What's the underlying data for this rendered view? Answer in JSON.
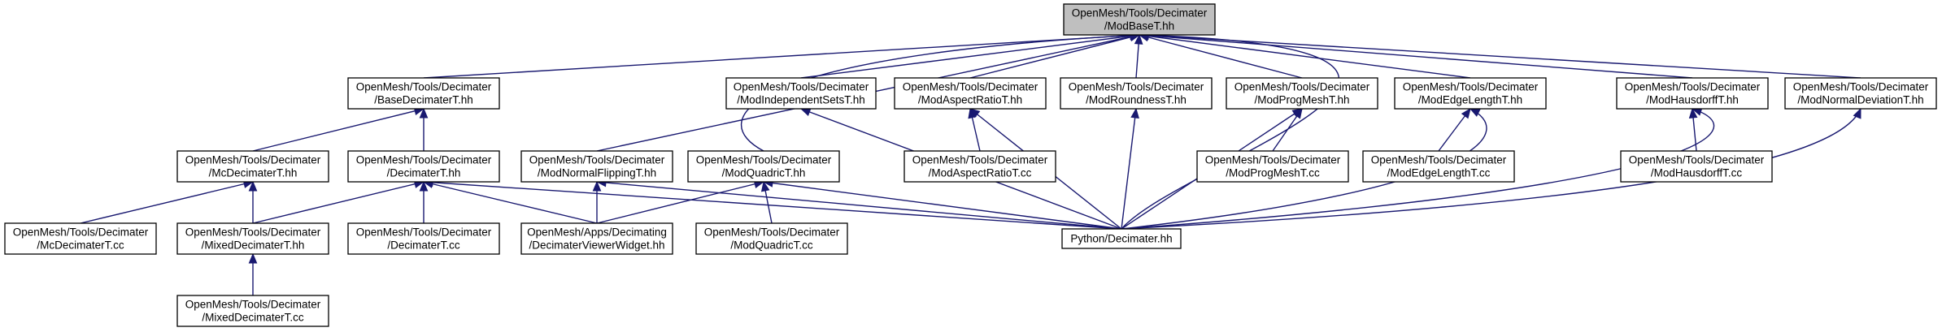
{
  "diagram": {
    "nodes": [
      {
        "id": "modbase",
        "lines": [
          "OpenMesh/Tools/Decimater",
          "/ModBaseT.hh"
        ],
        "root": true
      },
      {
        "id": "basedec",
        "lines": [
          "OpenMesh/Tools/Decimater",
          "/BaseDecimaterT.hh"
        ]
      },
      {
        "id": "modindep",
        "lines": [
          "OpenMesh/Tools/Decimater",
          "/ModIndependentSetsT.hh"
        ]
      },
      {
        "id": "modaspect",
        "lines": [
          "OpenMesh/Tools/Decimater",
          "/ModAspectRatioT.hh"
        ]
      },
      {
        "id": "modround",
        "lines": [
          "OpenMesh/Tools/Decimater",
          "/ModRoundnessT.hh"
        ]
      },
      {
        "id": "modprog",
        "lines": [
          "OpenMesh/Tools/Decimater",
          "/ModProgMeshT.hh"
        ]
      },
      {
        "id": "modedge",
        "lines": [
          "OpenMesh/Tools/Decimater",
          "/ModEdgeLengthT.hh"
        ]
      },
      {
        "id": "modhaus",
        "lines": [
          "OpenMesh/Tools/Decimater",
          "/ModHausdorffT.hh"
        ]
      },
      {
        "id": "modnormdev",
        "lines": [
          "OpenMesh/Tools/Decimater",
          "/ModNormalDeviationT.hh"
        ]
      },
      {
        "id": "mcdec",
        "lines": [
          "OpenMesh/Tools/Decimater",
          "/McDecimaterT.hh"
        ]
      },
      {
        "id": "dec",
        "lines": [
          "OpenMesh/Tools/Decimater",
          "/DecimaterT.hh"
        ]
      },
      {
        "id": "modnormflip",
        "lines": [
          "OpenMesh/Tools/Decimater",
          "/ModNormalFlippingT.hh"
        ]
      },
      {
        "id": "modquadric",
        "lines": [
          "OpenMesh/Tools/Decimater",
          "/ModQuadricT.hh"
        ]
      },
      {
        "id": "modaspectcc",
        "lines": [
          "OpenMesh/Tools/Decimater",
          "/ModAspectRatioT.cc"
        ]
      },
      {
        "id": "modprogcc",
        "lines": [
          "OpenMesh/Tools/Decimater",
          "/ModProgMeshT.cc"
        ]
      },
      {
        "id": "modedgecc",
        "lines": [
          "OpenMesh/Tools/Decimater",
          "/ModEdgeLengthT.cc"
        ]
      },
      {
        "id": "modhauscc",
        "lines": [
          "OpenMesh/Tools/Decimater",
          "/ModHausdorffT.cc"
        ]
      },
      {
        "id": "mcdeccc",
        "lines": [
          "OpenMesh/Tools/Decimater",
          "/McDecimaterT.cc"
        ]
      },
      {
        "id": "mixeddec",
        "lines": [
          "OpenMesh/Tools/Decimater",
          "/MixedDecimaterT.hh"
        ]
      },
      {
        "id": "deccc",
        "lines": [
          "OpenMesh/Tools/Decimater",
          "/DecimaterT.cc"
        ]
      },
      {
        "id": "viewer",
        "lines": [
          "OpenMesh/Apps/Decimating",
          "/DecimaterViewerWidget.hh"
        ]
      },
      {
        "id": "modquadriccc",
        "lines": [
          "OpenMesh/Tools/Decimater",
          "/ModQuadricT.cc"
        ]
      },
      {
        "id": "python",
        "lines": [
          "Python/Decimater.hh"
        ]
      },
      {
        "id": "mixeddeccc",
        "lines": [
          "OpenMesh/Tools/Decimater",
          "/MixedDecimaterT.cc"
        ]
      }
    ],
    "edges": [
      {
        "from": "basedec",
        "to": "modbase"
      },
      {
        "from": "modindep",
        "to": "modbase"
      },
      {
        "from": "modaspect",
        "to": "modbase"
      },
      {
        "from": "modround",
        "to": "modbase"
      },
      {
        "from": "modprog",
        "to": "modbase"
      },
      {
        "from": "modedge",
        "to": "modbase"
      },
      {
        "from": "modhaus",
        "to": "modbase"
      },
      {
        "from": "modnormdev",
        "to": "modbase"
      },
      {
        "from": "modnormflip",
        "to": "modbase"
      },
      {
        "from": "modquadric",
        "to": "modbase"
      },
      {
        "from": "python",
        "to": "modbase"
      },
      {
        "from": "mcdec",
        "to": "basedec"
      },
      {
        "from": "dec",
        "to": "basedec"
      },
      {
        "from": "mcdeccc",
        "to": "mcdec"
      },
      {
        "from": "mixeddec",
        "to": "mcdec"
      },
      {
        "from": "mixeddec",
        "to": "dec"
      },
      {
        "from": "deccc",
        "to": "dec"
      },
      {
        "from": "viewer",
        "to": "dec"
      },
      {
        "from": "python",
        "to": "dec"
      },
      {
        "from": "mixeddeccc",
        "to": "mixeddec"
      },
      {
        "from": "viewer",
        "to": "modnormflip"
      },
      {
        "from": "python",
        "to": "modnormflip"
      },
      {
        "from": "viewer",
        "to": "modquadric"
      },
      {
        "from": "modquadriccc",
        "to": "modquadric"
      },
      {
        "from": "python",
        "to": "modquadric"
      },
      {
        "from": "python",
        "to": "modindep"
      },
      {
        "from": "modaspectcc",
        "to": "modaspect"
      },
      {
        "from": "python",
        "to": "modaspect"
      },
      {
        "from": "python",
        "to": "modround"
      },
      {
        "from": "modprogcc",
        "to": "modprog"
      },
      {
        "from": "python",
        "to": "modprog"
      },
      {
        "from": "modedgecc",
        "to": "modedge"
      },
      {
        "from": "python",
        "to": "modedge"
      },
      {
        "from": "modhauscc",
        "to": "modhaus"
      },
      {
        "from": "python",
        "to": "modhaus"
      },
      {
        "from": "python",
        "to": "modnormdev"
      }
    ]
  },
  "colors": {
    "edge": "#191970",
    "root_fill": "#bfbfbf",
    "node_fill": "#ffffff",
    "node_border": "#000000"
  }
}
